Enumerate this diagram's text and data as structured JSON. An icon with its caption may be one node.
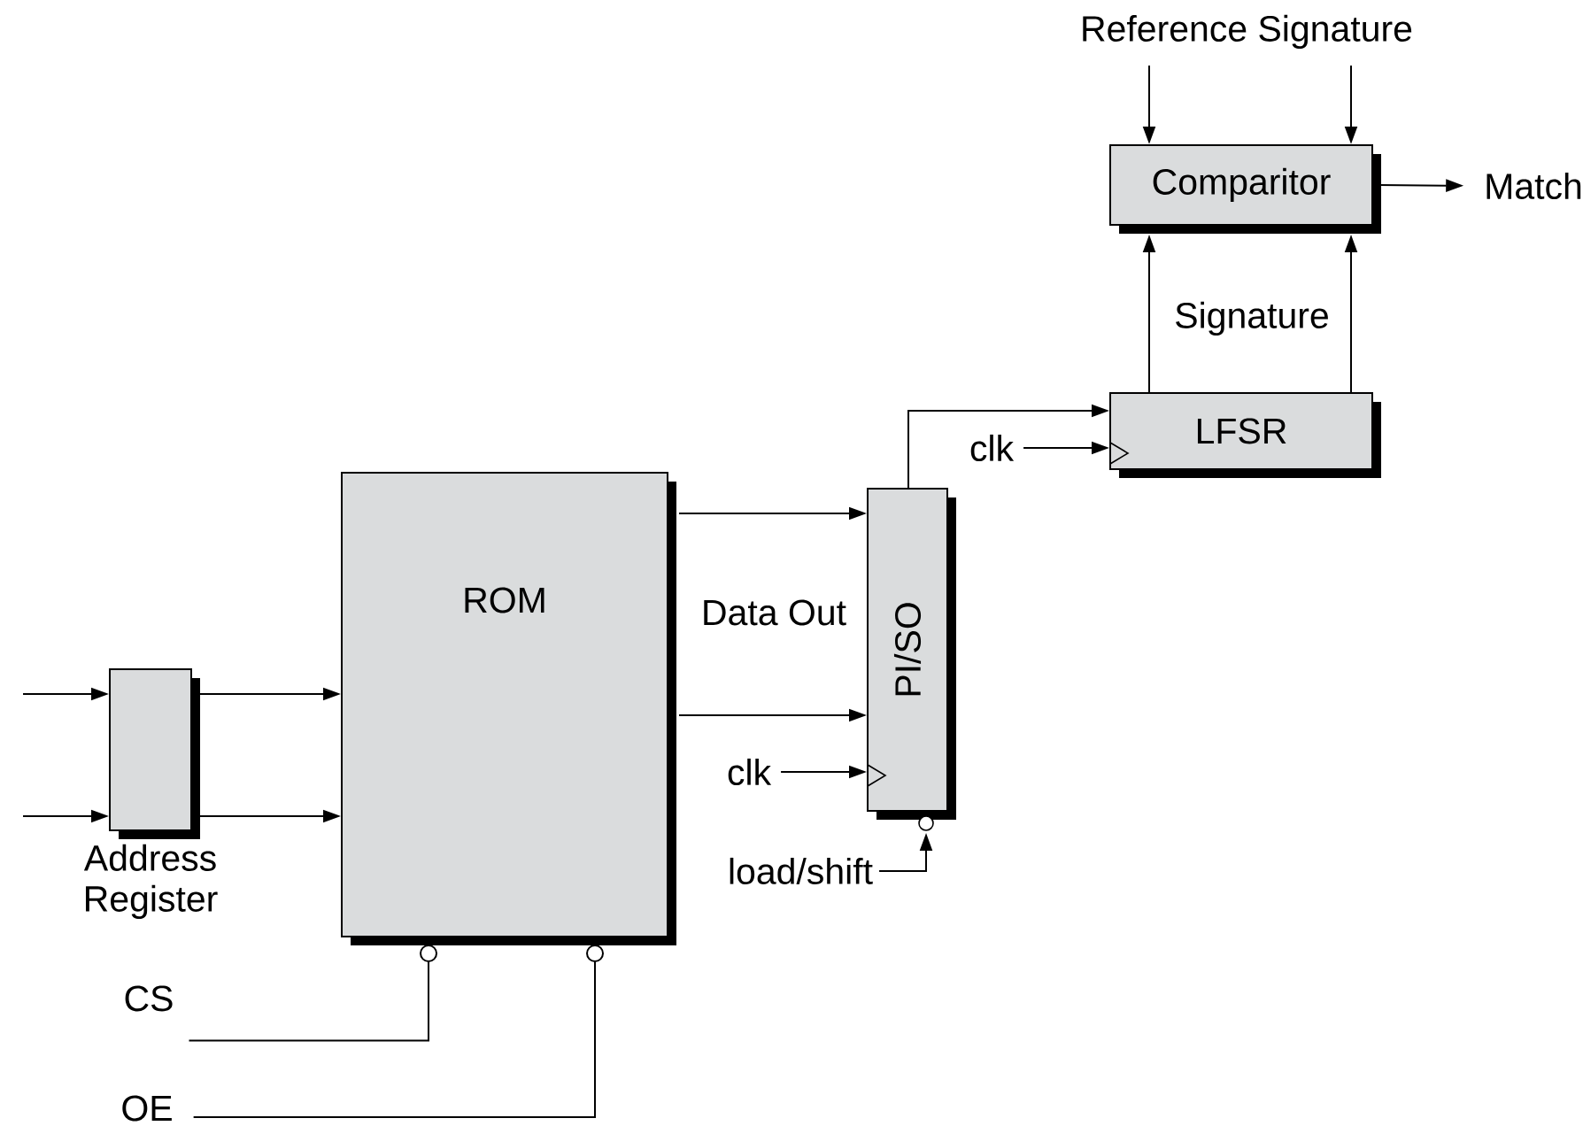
{
  "diagram": {
    "nodes": [
      {
        "text": [
          "Reference Signature"
        ]
      },
      {
        "text": [
          "Comparitor"
        ]
      },
      {
        "text": [
          "Match"
        ]
      },
      {
        "text": [
          "LFSR"
        ]
      },
      {
        "text": [
          "clk"
        ]
      },
      {
        "text": [
          "ROM"
        ]
      },
      {
        "text": [
          "PI/SO"
        ]
      },
      {
        "text": [
          "clk"
        ]
      },
      {
        "text": [
          "load/shift"
        ]
      },
      {
        "text": [
          "Address Register"
        ]
      },
      {
        "text": [
          "CS"
        ]
      },
      {
        "text": [
          "OE"
        ]
      }
    ],
    "edges": [
      {
        "from": 0,
        "to": 1,
        "arrow": "to"
      },
      {
        "from": 0,
        "to": 1,
        "arrow": "to"
      },
      {
        "from": 1,
        "to": 2,
        "arrow": "to"
      },
      {
        "from": 3,
        "to": 1,
        "arrow": "to"
      },
      {
        "from": 3,
        "to": 1,
        "arrow": "to"
      },
      {
        "from": 6,
        "to": 3,
        "arrow": "to"
      },
      {
        "from": 4,
        "to": 3,
        "arrow": "to"
      },
      {
        "from": 5,
        "to": 6,
        "arrow": "to"
      },
      {
        "from": 5,
        "to": 6,
        "arrow": "to"
      },
      {
        "from": 7,
        "to": 6,
        "arrow": "to"
      },
      {
        "from": 8,
        "to": 6,
        "arrow": "to"
      },
      {
        "from": null,
        "to": 9,
        "arrow": "to"
      },
      {
        "from": null,
        "to": 9,
        "arrow": "to"
      },
      {
        "from": 9,
        "to": 5,
        "arrow": "to"
      },
      {
        "from": 9,
        "to": 5,
        "arrow": "to"
      },
      {
        "from": 10,
        "to": 5,
        "arrow": "other"
      },
      {
        "from": 11,
        "to": 5,
        "arrow": "other"
      }
    ],
    "labels": [
      "Signature",
      "Data Out"
    ]
  }
}
